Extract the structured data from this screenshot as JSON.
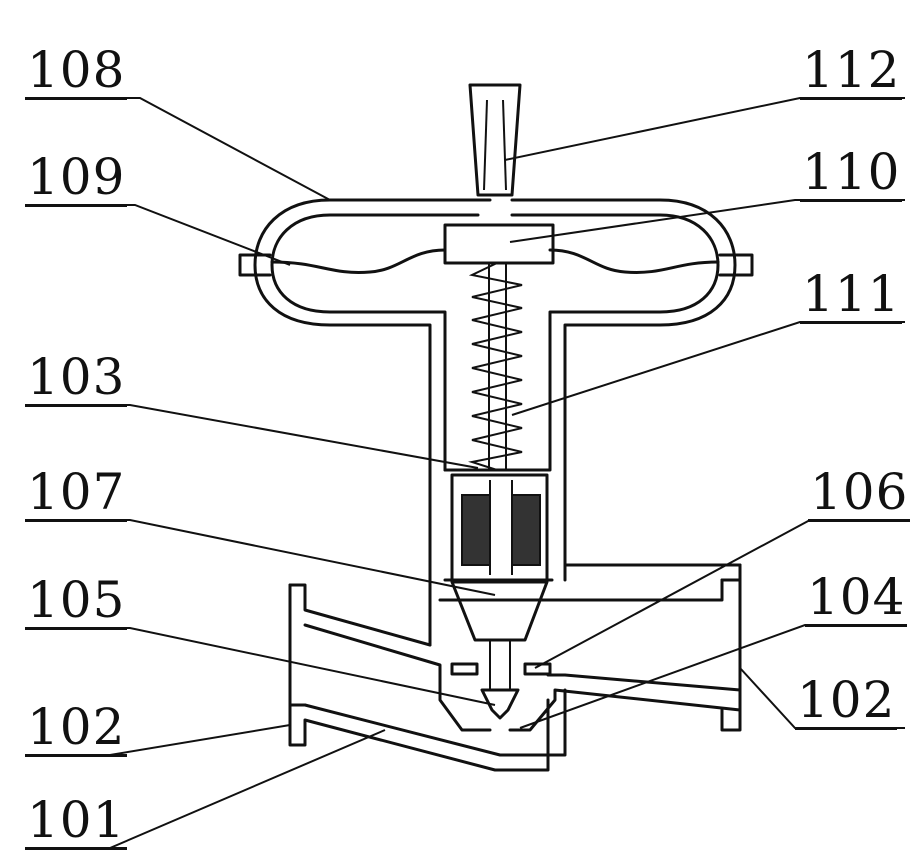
{
  "labels": {
    "l108": "108",
    "l109": "109",
    "l103": "103",
    "l107": "107",
    "l105": "105",
    "l102_left": "102",
    "l101": "101",
    "l112": "112",
    "l110": "110",
    "l111": "111",
    "l106": "106",
    "l104": "104",
    "l102_right": "102"
  }
}
